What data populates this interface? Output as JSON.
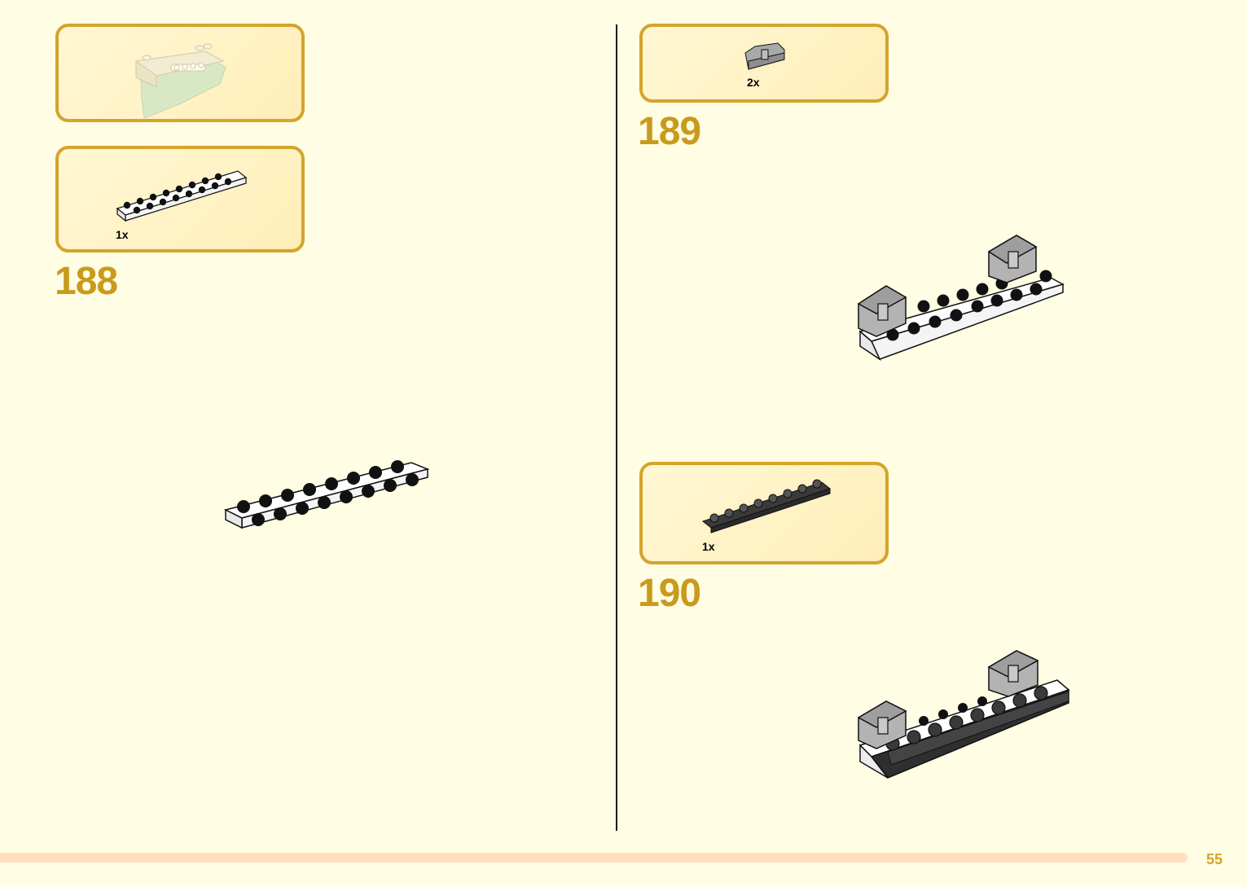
{
  "steps": [
    {
      "number": "188",
      "parts": [
        {
          "qty": "1x",
          "part": "plate-2x8-white"
        }
      ]
    },
    {
      "number": "189",
      "parts": [
        {
          "qty": "2x",
          "part": "hinge-bracket-gray"
        }
      ]
    },
    {
      "number": "190",
      "parts": [
        {
          "qty": "1x",
          "part": "plate-1x8-dark"
        }
      ]
    }
  ],
  "page_number": "55",
  "colors": {
    "accent": "#d4a42c",
    "step_number": "#c99a1c",
    "background": "#fffde3",
    "bar": "#ffdfbf"
  }
}
